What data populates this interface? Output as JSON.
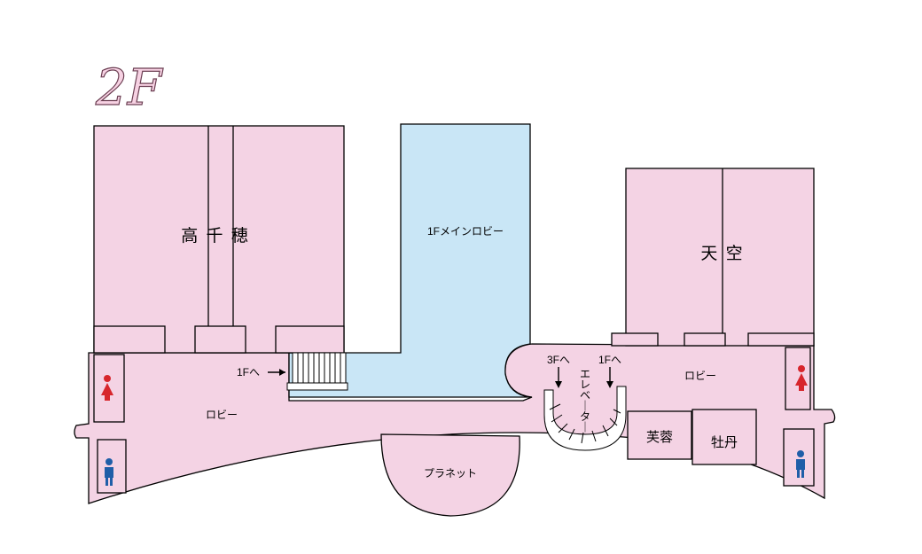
{
  "floor_label": "2F",
  "rooms": {
    "takachiho": "高 千 穂",
    "tenku": "天 空",
    "fuyo": "芙蓉",
    "botan": "牡丹",
    "planet": "プラネット",
    "main_lobby": "1Fメインロビー",
    "lobby_left": "ロビー",
    "lobby_right": "ロビー"
  },
  "annotations": {
    "stairs_down_left": "1Fへ",
    "to_3f": "3Fへ",
    "to_1f": "1Fへ",
    "elevator": [
      "エ",
      "レ",
      "ベ",
      "｜",
      "タ",
      "｜"
    ]
  },
  "colors": {
    "room_fill": "#f4d3e4",
    "lobby_fill": "#c9e6f6",
    "female_icon": "#d7262c",
    "male_icon": "#1f5ea8"
  },
  "icons": [
    "female-restroom-icon",
    "male-restroom-icon",
    "stairs-icon",
    "spiral-staircase-icon",
    "arrow-right-icon",
    "arrow-down-icon"
  ]
}
